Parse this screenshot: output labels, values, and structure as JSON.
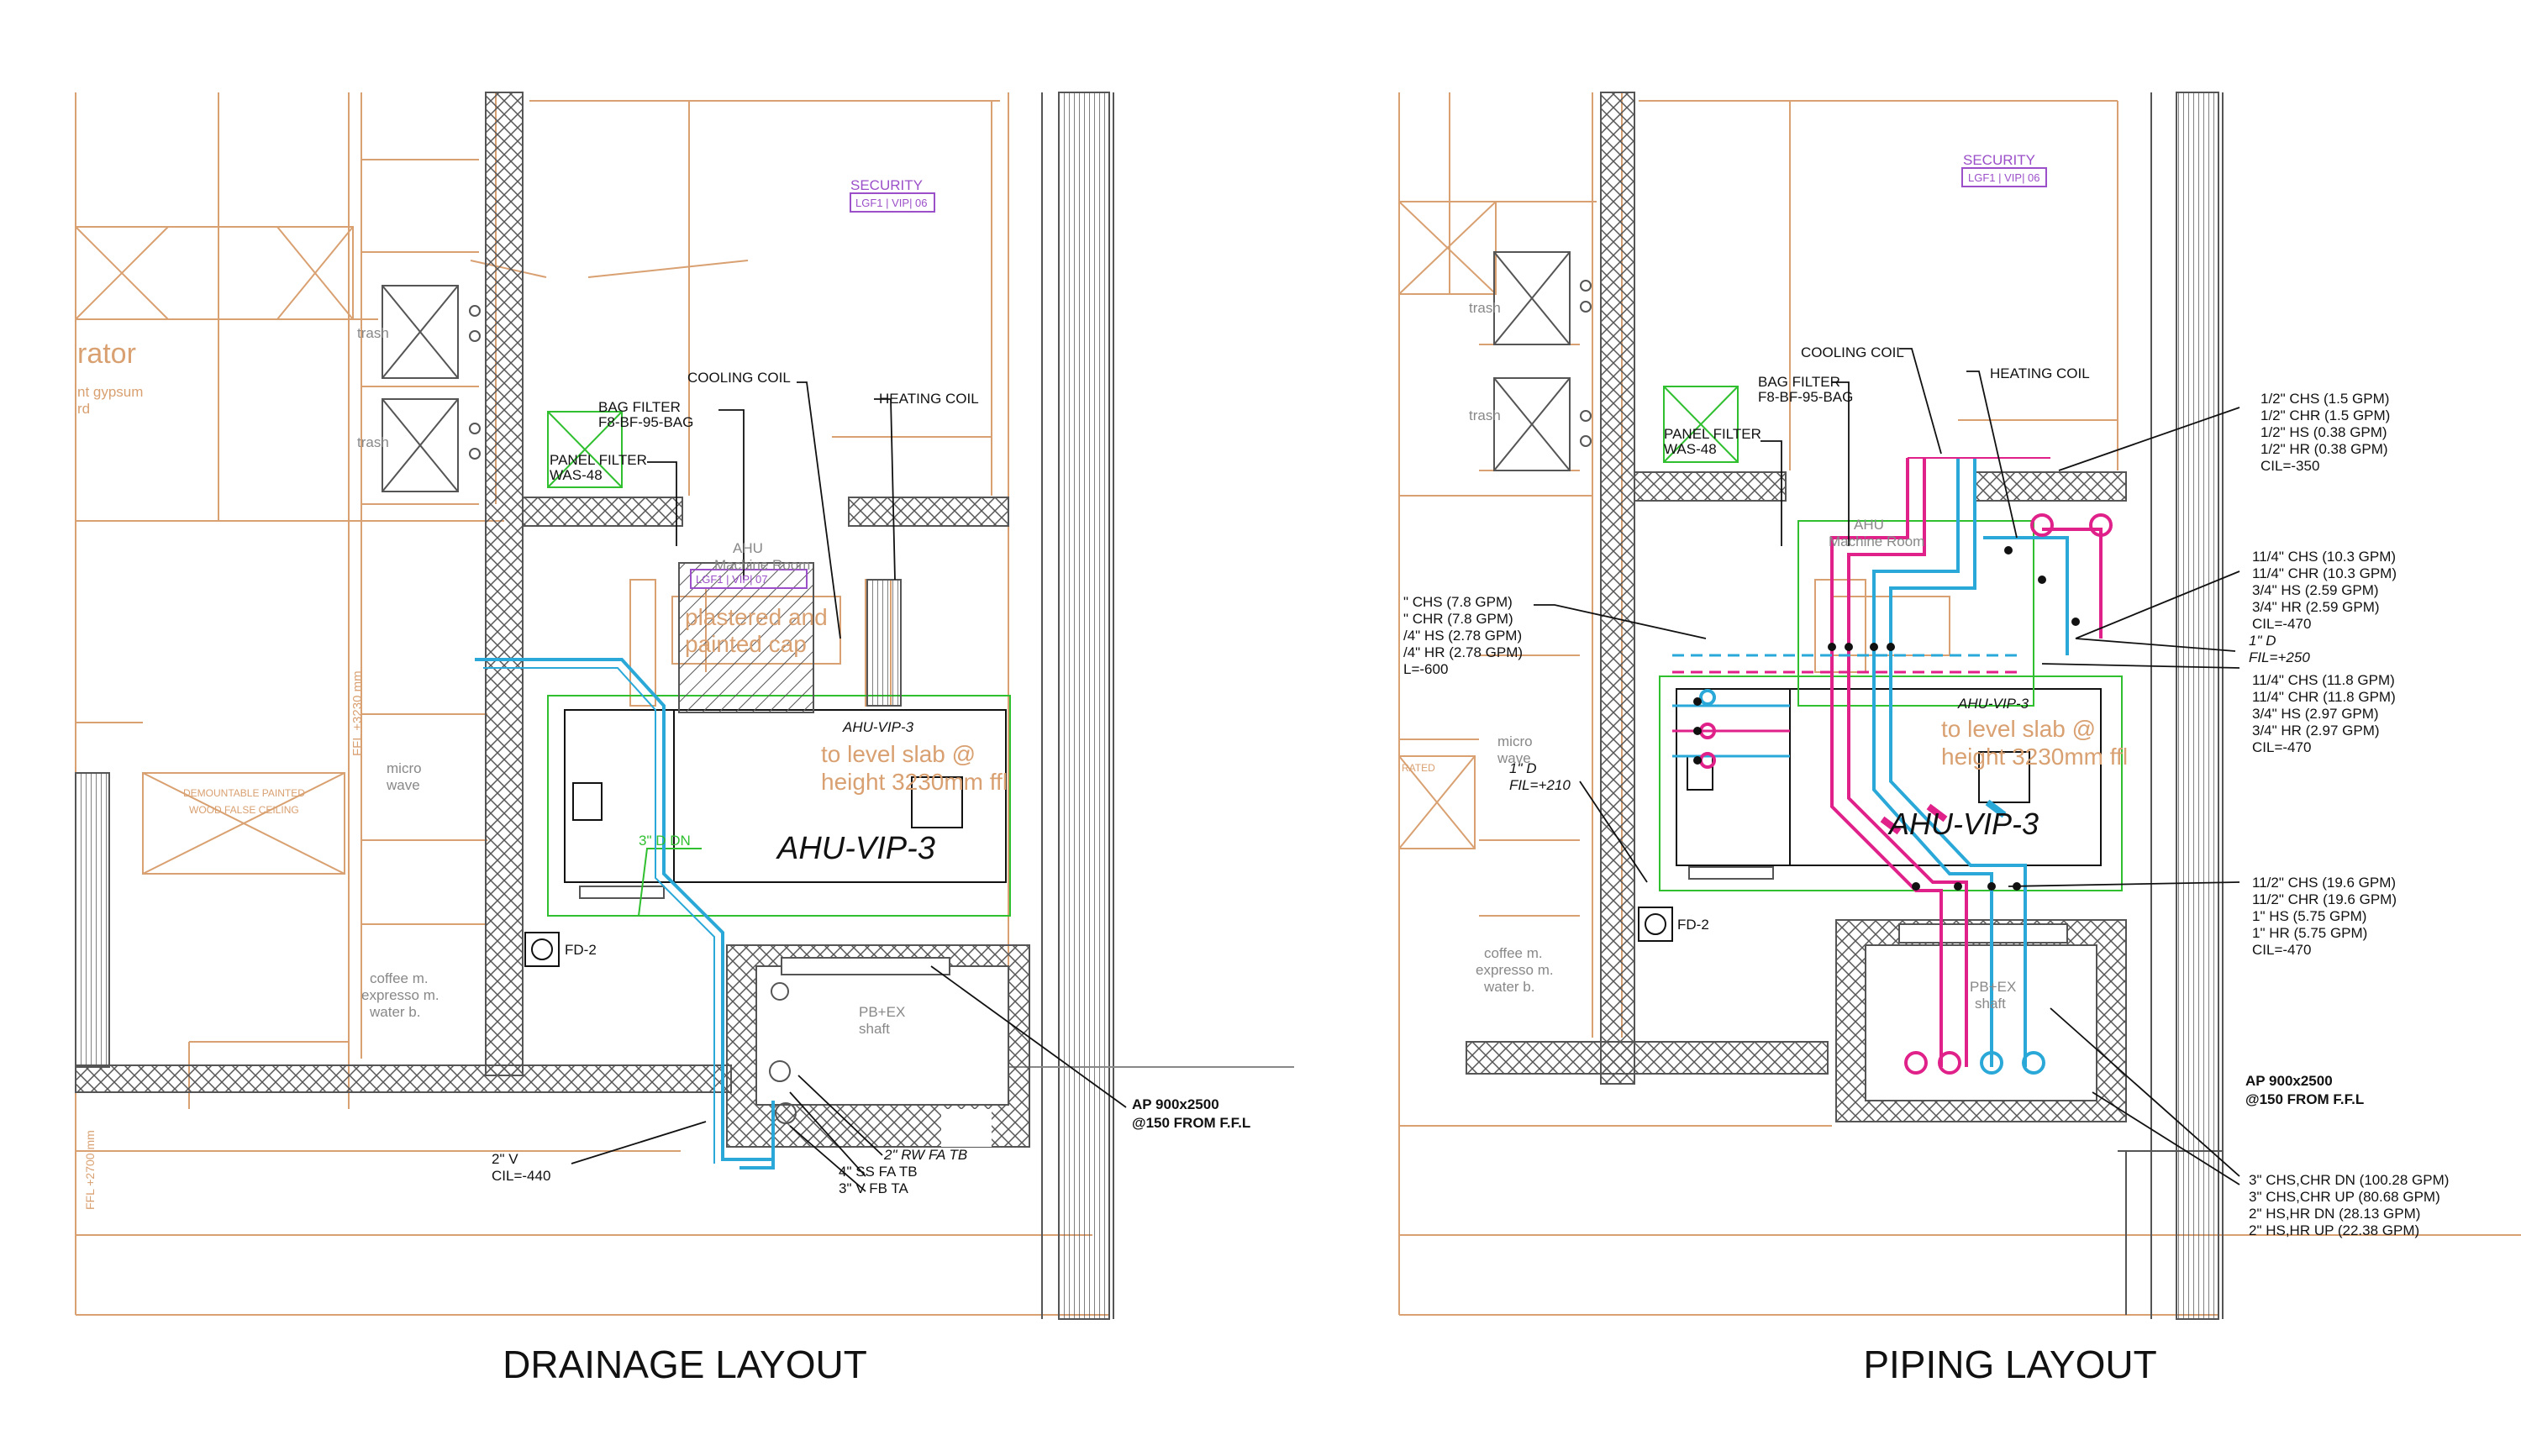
{
  "colors": {
    "arch": "#d9a071",
    "wall": "#6f6f6f",
    "green": "#2fbf2f",
    "cyan": "#2aa8d8",
    "magenta": "#e0218a",
    "purple": "#9b4fc9",
    "black": "#111111",
    "faint": "#b9b9b9"
  },
  "captions": {
    "drainage": "DRAINAGE LAYOUT",
    "piping": "PIPING LAYOUT"
  },
  "drainage": {
    "room_partial": "rator",
    "gypsum_1": "nt gypsum",
    "gypsum_2": "rd",
    "trash_1": "trash",
    "trash_2": "trash",
    "security": "SECURITY",
    "security_tag": "LGF1 | VIP| 06",
    "cooling_coil": "COOLING COIL",
    "heating_coil": "HEATING COIL",
    "bag_filter_1": "BAG FILTER",
    "bag_filter_2": "F8-BF-95-BAG",
    "panel_filter_1": "PANEL FILTER",
    "panel_filter_2": "WAS-48",
    "ahu_room_1": "AHU",
    "ahu_room_2": "Machine Room",
    "ahu_room_tag": "LGF1 | VIP| 07",
    "plaster_1": "plastered and",
    "plaster_2": "painted cap",
    "ahu_tag": "AHU-VIP-3",
    "ahu_name": "AHU-VIP-3",
    "slab_1": "to level slab @",
    "slab_2": "height 3230mm ffl",
    "ffl_side": "FFL +3230 mm",
    "micro_1": "micro",
    "micro_2": "wave",
    "ceiling_1": "DEMOUNTABLE PAINTED",
    "ceiling_2": "WOOD FALSE CEILING",
    "dn": "3\" D DN",
    "fd": "FD-2",
    "coffee_1": "coffee m.",
    "coffee_2": "expresso m.",
    "coffee_3": "water b.",
    "shaft_1": "PB+EX",
    "shaft_2": "shaft",
    "ap_1": "AP 900x2500",
    "ap_2": "@150 FROM F.F.L",
    "v2_1": "2\" V",
    "v2_2": "CIL=-440",
    "rw": "2\" RW FA TB",
    "ss": "4\" SS FA TB",
    "vfb": "3\" V FB TA",
    "ffl_bottom": "FFL +2700 mm"
  },
  "piping": {
    "security": "SECURITY",
    "security_tag": "LGF1 | VIP| 06",
    "trash_1": "trash",
    "trash_2": "trash",
    "cooling_coil": "COOLING COIL",
    "heating_coil": "HEATING COIL",
    "bag_filter_1": "BAG FILTER",
    "bag_filter_2": "F8-BF-95-BAG",
    "panel_filter_1": "PANEL FILTER",
    "panel_filter_2": "WAS-48",
    "ahu_room_1": "AHU",
    "ahu_room_2": "Machine Room",
    "ahu_tag": "AHU-VIP-3",
    "ahu_name": "AHU-VIP-3",
    "slab_1": "to level slab @",
    "slab_2": "height 3230mm ffl",
    "micro_1": "micro",
    "micro_2": "wave",
    "rated": "RATED",
    "coffee_1": "coffee m.",
    "coffee_2": "expresso m.",
    "coffee_3": "water b.",
    "shaft_1": "PB+EX",
    "shaft_2": "shaft",
    "fd": "FD-2",
    "d1_1": "1\" D",
    "d1_2": "FIL=+210",
    "d2_1": "1\" D",
    "d2_2": "FIL=+250",
    "left_group": [
      "\" CHS (7.8 GPM)",
      "\" CHR (7.8 GPM)",
      "/4\" HS (2.78 GPM)",
      "/4\" HR (2.78 GPM)",
      "L=-600"
    ],
    "group_a": [
      "1/2\" CHS (1.5 GPM)",
      "1/2\" CHR (1.5 GPM)",
      "1/2\" HS (0.38 GPM)",
      "1/2\" HR (0.38 GPM)",
      "CIL=-350"
    ],
    "group_b": [
      "11/4\" CHS (10.3 GPM)",
      "11/4\" CHR (10.3 GPM)",
      "3/4\" HS (2.59 GPM)",
      "3/4\" HR (2.59 GPM)",
      "CIL=-470"
    ],
    "group_c": [
      "11/4\" CHS (11.8 GPM)",
      "11/4\" CHR (11.8 GPM)",
      "3/4\" HS (2.97 GPM)",
      "3/4\" HR (2.97 GPM)",
      "CIL=-470"
    ],
    "group_d": [
      "11/2\" CHS (19.6 GPM)",
      "11/2\" CHR (19.6 GPM)",
      "1\" HS (5.75 GPM)",
      "1\" HR (5.75 GPM)",
      "CIL=-470"
    ],
    "group_e": [
      "3\" CHS,CHR DN (100.28 GPM)",
      "3\" CHS,CHR UP (80.68 GPM)",
      "2\" HS,HR DN (28.13 GPM)",
      "2\" HS,HR UP (22.38 GPM)"
    ],
    "ap_1": "AP 900x2500",
    "ap_2": "@150 FROM F.F.L"
  }
}
